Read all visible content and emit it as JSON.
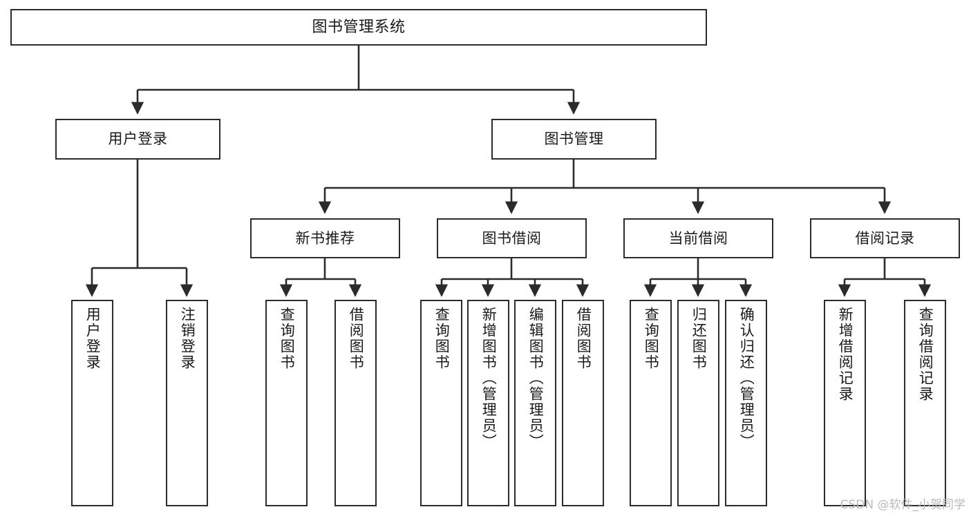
{
  "diagram": {
    "title": "图书管理系统",
    "type": "tree",
    "background": "#ffffff",
    "box_border_color": "#2b2b2b",
    "edge_color": "#2b2b2b",
    "text_color": "#1a1a1a"
  },
  "root": {
    "label": "图书管理系统"
  },
  "level2": [
    {
      "label": "用户登录"
    },
    {
      "label": "图书管理"
    }
  ],
  "level3": [
    {
      "label": "新书推荐"
    },
    {
      "label": "图书借阅"
    },
    {
      "label": "当前借阅"
    },
    {
      "label": "借阅记录"
    }
  ],
  "leaves": {
    "user_login": [
      {
        "label": "用户登录"
      },
      {
        "label": "注销登录"
      }
    ],
    "new_book": [
      {
        "label": "查询图书"
      },
      {
        "label": "借阅图书"
      }
    ],
    "book_borrow": [
      {
        "label": "查询图书"
      },
      {
        "label": "新增图书（管理员）"
      },
      {
        "label": "编辑图书（管理员）"
      },
      {
        "label": "借阅图书"
      }
    ],
    "current_borrow": [
      {
        "label": "查询图书"
      },
      {
        "label": "归还图书"
      },
      {
        "label": "确认归还（管理员）"
      }
    ],
    "borrow_record": [
      {
        "label": "新增借阅记录"
      },
      {
        "label": "查询借阅记录"
      }
    ]
  },
  "watermark": {
    "text": "CSDN @软件_小贺同学",
    "color": "#b9b9b9"
  }
}
